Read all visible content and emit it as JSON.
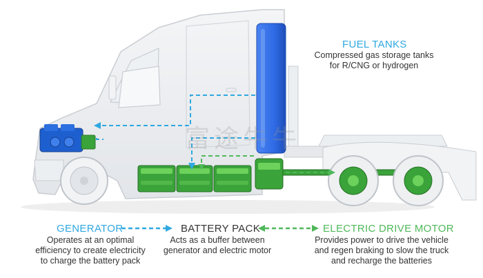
{
  "colors": {
    "tank_blue": "#2f6be6",
    "generator_blue": "#1e5fcf",
    "battery_green": "#3aa33a",
    "battery_light": "#6cd25b",
    "flow_blue": "#2fa8e0",
    "flow_green": "#4fb85a",
    "truck_outline": "#c9cdd2",
    "text_dark": "#333333"
  },
  "fuel_tanks": {
    "title": "FUEL TANKS",
    "line1": "Compressed gas storage tanks",
    "line2": "for R/CNG or hydrogen"
  },
  "generator": {
    "title": "GENERATOR",
    "line1": "Operates at an optimal",
    "line2": "efficiency to create electricity",
    "line3": "to charge the battery pack"
  },
  "battery": {
    "title": "BATTERY PACK",
    "line1": "Acts as a buffer between",
    "line2": "generator and electric motor"
  },
  "motor": {
    "title": "ELECTRIC DRIVE MOTOR",
    "line1": "Provides power to drive the vehicle",
    "line2": "and regen braking to slow the truck",
    "line3": "and recharge the batteries"
  },
  "watermark": {
    "text": "富途牛牛"
  },
  "icons": [
    "truck-illustration",
    "fuel-tank-icon",
    "generator-engine-icon",
    "battery-pack-icon",
    "drive-motor-icon",
    "flow-arrow-icon"
  ]
}
